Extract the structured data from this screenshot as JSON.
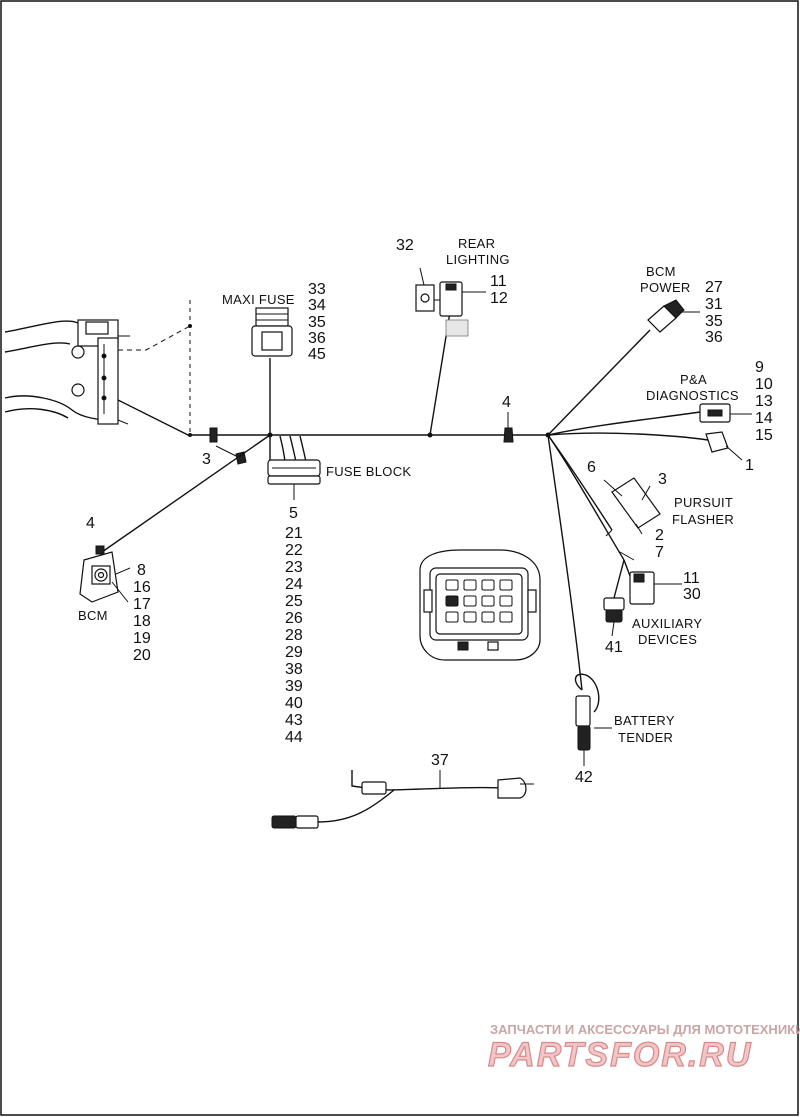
{
  "labels": {
    "maxi_fuse": "MAXI FUSE",
    "maxi_fuse_nums": [
      "33",
      "34",
      "35",
      "36",
      "45"
    ],
    "rear_lighting": [
      "REAR",
      "LIGHTING"
    ],
    "rear_lighting_part": "32",
    "rear_lighting_nums": [
      "11",
      "12"
    ],
    "bcm_power": [
      "BCM",
      "POWER"
    ],
    "bcm_power_nums": [
      "27",
      "31",
      "35",
      "36"
    ],
    "pa_diagnostics": [
      "P&A",
      "DIAGNOSTICS"
    ],
    "pa_diagnostics_nums": [
      "9",
      "10",
      "13",
      "14",
      "15"
    ],
    "pa_connector_num": "1",
    "main_harness_num": "4",
    "clip_num": "3",
    "fuse_block": "FUSE BLOCK",
    "fuse_block_nums": [
      "5",
      "21",
      "22",
      "23",
      "24",
      "25",
      "26",
      "28",
      "29",
      "38",
      "39",
      "40",
      "43",
      "44"
    ],
    "bcm": "BCM",
    "bcm_num": "4",
    "bcm_nums": [
      "8",
      "16",
      "17",
      "18",
      "19",
      "20"
    ],
    "pursuit_flasher": [
      "PURSUIT",
      "FLASHER"
    ],
    "pursuit_flasher_nums_left": "6",
    "pursuit_flasher_nums_top": "3",
    "pursuit_flasher_nums_bottom": [
      "2",
      "7"
    ],
    "auxiliary_devices": [
      "AUXILIARY",
      "DEVICES"
    ],
    "auxiliary_devices_nums": [
      "11",
      "30"
    ],
    "auxiliary_devices_part": "41",
    "battery_tender": [
      "BATTERY",
      "TENDER"
    ],
    "battery_tender_num": "42",
    "extension_harness_num": "37"
  },
  "watermark": {
    "line1": "ЗАПЧАСТИ И АКСЕССУАРЫ ДЛЯ МОТОТЕХНИКИ",
    "line2": "PARTSFOR.RU"
  }
}
